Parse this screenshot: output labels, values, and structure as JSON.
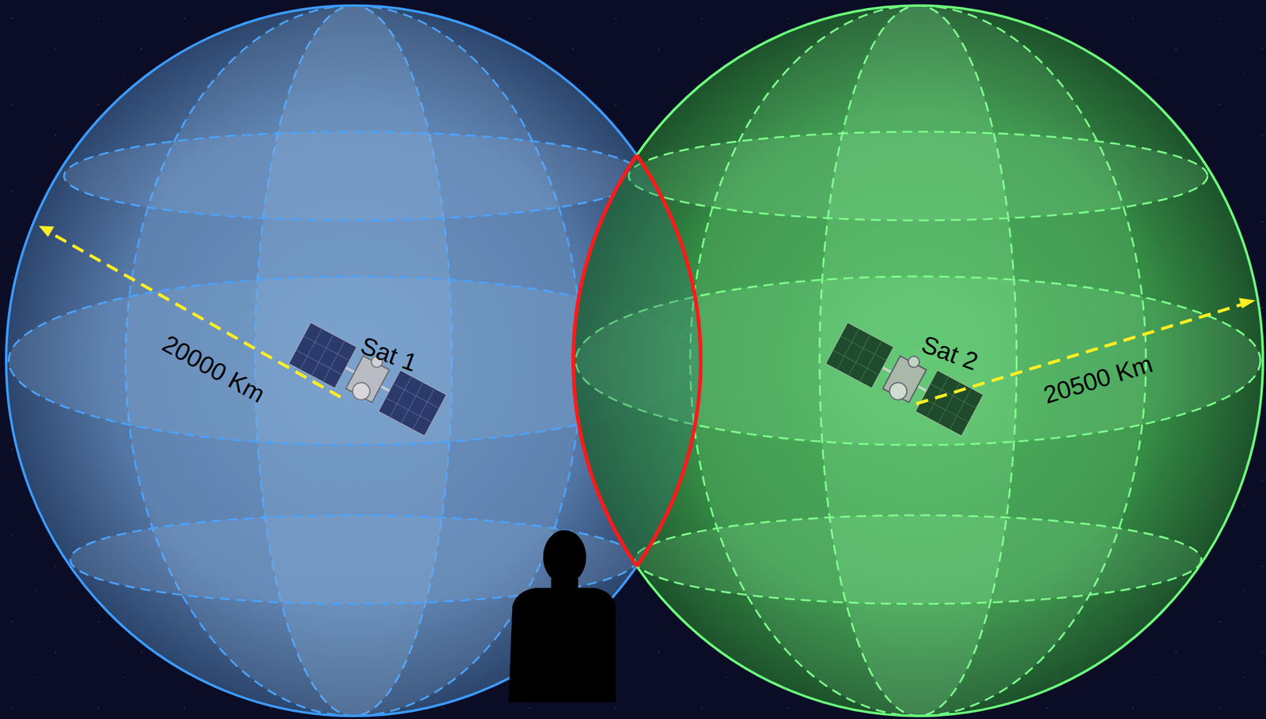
{
  "diagram": {
    "nodes": [
      {
        "text": [
          "Sat 1",
          "20000 Km"
        ]
      },
      {
        "text": [
          "Sat 2",
          "20500 Km"
        ]
      }
    ]
  }
}
